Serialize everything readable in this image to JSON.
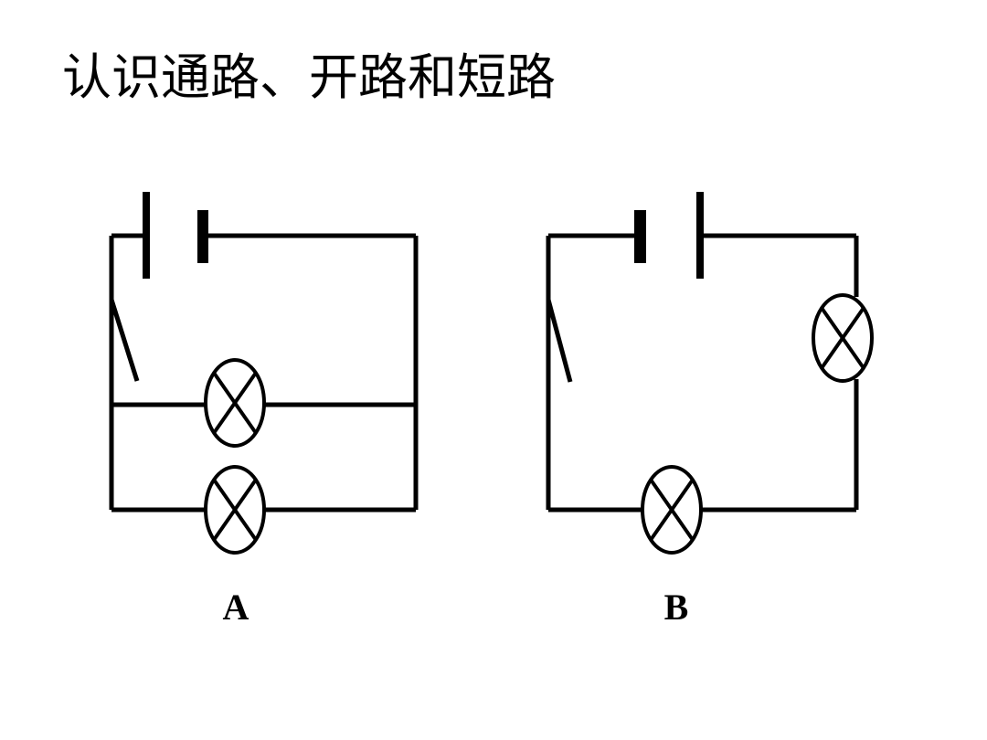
{
  "slide": {
    "title": "认识通路、开路和短路",
    "background_color": "#ffffff",
    "ink_color": "#000000"
  },
  "circuits": [
    {
      "id": "circuit-a",
      "label": "A",
      "topology": "parallel",
      "components": [
        {
          "type": "battery",
          "name": "battery-a",
          "polarity_order": "long-bar-left-short-bar-right"
        },
        {
          "type": "switch",
          "name": "switch-a",
          "state": "open"
        },
        {
          "type": "lamp",
          "name": "lamp-a-upper"
        },
        {
          "type": "lamp",
          "name": "lamp-a-lower"
        }
      ]
    },
    {
      "id": "circuit-b",
      "label": "B",
      "topology": "series",
      "components": [
        {
          "type": "battery",
          "name": "battery-b",
          "polarity_order": "short-bar-left-long-bar-right"
        },
        {
          "type": "switch",
          "name": "switch-b",
          "state": "open"
        },
        {
          "type": "lamp",
          "name": "lamp-b-right"
        },
        {
          "type": "lamp",
          "name": "lamp-b-bottom"
        }
      ]
    }
  ]
}
